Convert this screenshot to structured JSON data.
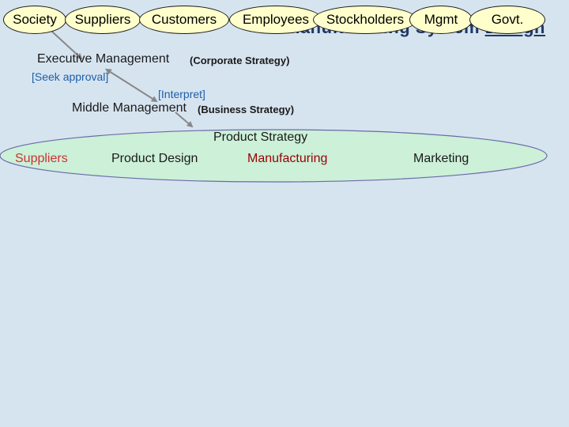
{
  "stakeholders": [
    "Society",
    "Suppliers",
    "Customers",
    "Employees",
    "Stockholders",
    "Mgmt",
    "Govt."
  ],
  "background_title": {
    "part1": "Manufacturing System",
    "part2": "Design"
  },
  "executive": {
    "label": "Executive Management",
    "strategy": "(Corporate Strategy)"
  },
  "seek_approval": "[Seek approval]",
  "interpret": "[Interpret]",
  "middle": {
    "label": "Middle  Management",
    "strategy": "(Business Strategy)"
  },
  "product_strategy": "Product Strategy",
  "flow": [
    "Suppliers",
    "Product Design",
    "Manufacturing",
    "Marketing"
  ],
  "colors": {
    "background": "#d6e4f0",
    "stakeholder_fill": "#ffffcc",
    "ellipse_fill": "#ccf0d8",
    "suppliers": "#cc3333",
    "manufacturing": "#990000",
    "bracket_text": "#1f5fa8",
    "dark_text": "#1a1a1a"
  }
}
